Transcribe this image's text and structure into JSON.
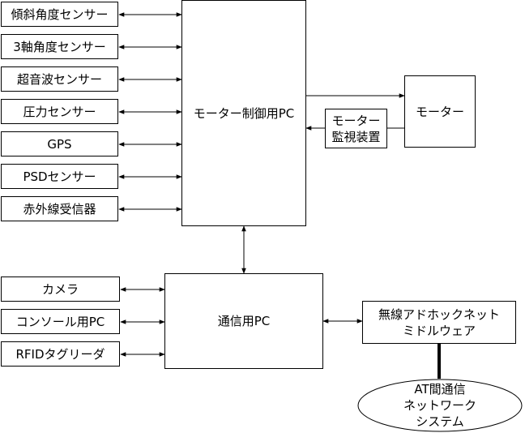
{
  "colors": {
    "line": "#000000",
    "fill": "#ffffff"
  },
  "sensors": [
    "傾斜角度センサー",
    "3軸角度センサー",
    "超音波センサー",
    "圧力センサー",
    "GPS",
    "PSDセンサー",
    "赤外線受信器"
  ],
  "peripherals": [
    "カメラ",
    "コンソール用PC",
    "RFIDタグリーダ"
  ],
  "motor_pc": "モーター制御用PC",
  "comm_pc": "通信用PC",
  "motor": "モーター",
  "monitor": {
    "line1": "モーター",
    "line2": "監視装置"
  },
  "middleware": {
    "line1": "無線アドホックネット",
    "line2": "ミドルウェア"
  },
  "network": {
    "line1": "AT間通信",
    "line2": "ネットワーク",
    "line3": "システム"
  }
}
